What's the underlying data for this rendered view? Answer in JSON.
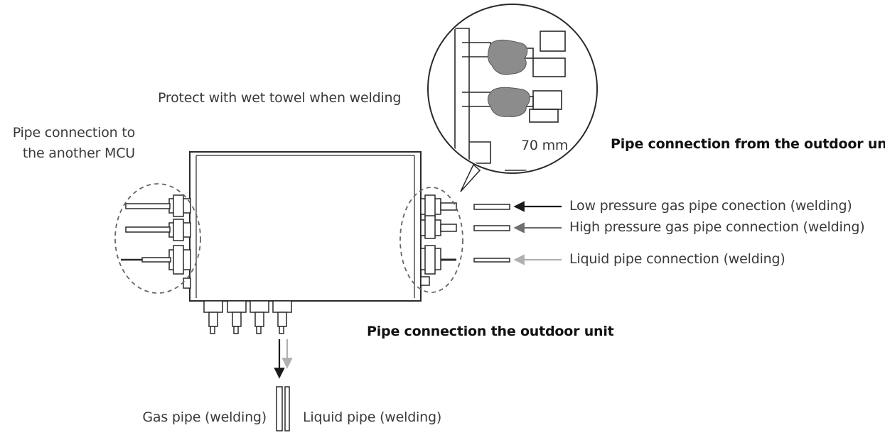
{
  "labels": {
    "protect_towel": "Protect with wet towel when welding",
    "mcu_connection_line1": "Pipe connection to",
    "mcu_connection_line2": "the another MCU",
    "detail_dimension": "70 mm",
    "from_outdoor_unit": "Pipe connection from the outdoor unit",
    "low_pressure_gas": "Low pressure gas pipe conection (welding)",
    "high_pressure_gas": "High pressure gas pipe connection (welding)",
    "liquid_connection": "Liquid pipe connection (welding)",
    "to_outdoor_unit": "Pipe connection the outdoor unit",
    "gas_pipe": "Gas pipe (welding)",
    "liquid_pipe": "Liquid pipe (welding)"
  },
  "colors": {
    "line": "#2a2a2a",
    "towel": "#8c8c8c",
    "arrow_low_pressure": "#1a1a1a",
    "arrow_high_pressure": "#6e6e6e",
    "arrow_liquid": "#b0b0b0"
  }
}
